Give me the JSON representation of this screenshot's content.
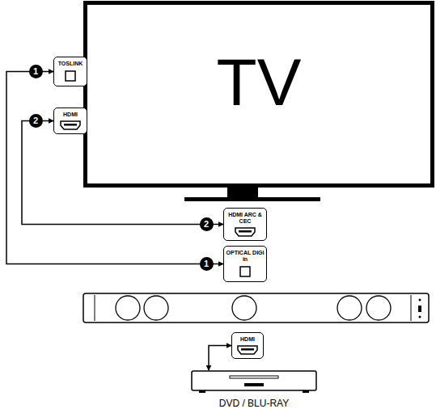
{
  "diagram": {
    "nodes": [
      {
        "text": [
          "TV"
        ]
      },
      {
        "text": [
          "TOSLINK"
        ]
      },
      {
        "text": [
          "HDMI"
        ]
      },
      {
        "text": [
          "HDMI ARC & CEC"
        ]
      },
      {
        "text": [
          "OPTICAL DIGI in"
        ]
      },
      {
        "text": [
          "HDMI"
        ]
      },
      {
        "text": [
          "DVD / BLU-RAY"
        ]
      }
    ],
    "edges": [
      {
        "from": 1,
        "to": 4,
        "arrow": "both"
      },
      {
        "from": 2,
        "to": 3,
        "arrow": "both"
      },
      {
        "from": 5,
        "to": 6,
        "arrow": "both"
      }
    ],
    "labels": [
      "1",
      "2",
      "2",
      "1"
    ]
  }
}
